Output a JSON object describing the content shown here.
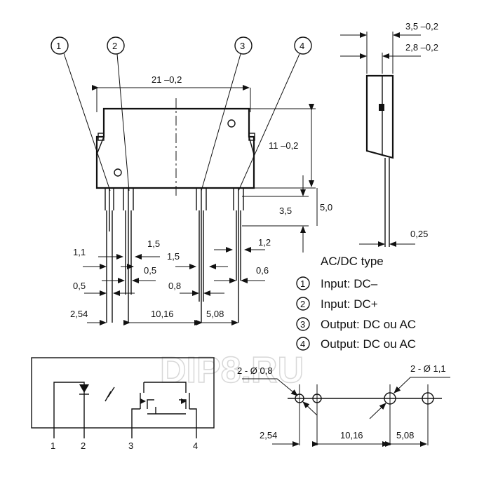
{
  "pin_numbers": [
    "1",
    "2",
    "3",
    "4"
  ],
  "dimensions": {
    "width": "21 –0,2",
    "height": "11 –0,2",
    "thickness_total": "3,5 –0,2",
    "thickness_body": "2,8 –0,2",
    "lead_len_a": "3,5",
    "lead_len_b": "5,0",
    "lead_thickness": "0,25",
    "d_1_5_a": "1,5",
    "d_1_1": "1,1",
    "d_0_5_a": "0,5",
    "d_0_5_b": "0,5",
    "d_1_5_b": "1,5",
    "d_0_8": "0,8",
    "d_1_2": "1,2",
    "d_0_6": "0,6",
    "pitch_a": "2,54",
    "pitch_b": "10,16",
    "pitch_c": "5,08"
  },
  "legend": {
    "title": "AC/DC type",
    "items": [
      {
        "num": "1",
        "label": "Input: DC–"
      },
      {
        "num": "2",
        "label": "Input: DC+"
      },
      {
        "num": "3",
        "label": "Output: DC ou AC"
      },
      {
        "num": "4",
        "label": "Output: DC ou AC"
      }
    ]
  },
  "schematic": {
    "pins": [
      "1",
      "2",
      "3",
      "4"
    ]
  },
  "footprint": {
    "hole_small": "2 - Ø 0,8",
    "hole_large": "2 - Ø 1,1",
    "pitch_a": "2,54",
    "pitch_b": "10,16",
    "pitch_c": "5,08"
  },
  "watermark": "DIP8.RU"
}
